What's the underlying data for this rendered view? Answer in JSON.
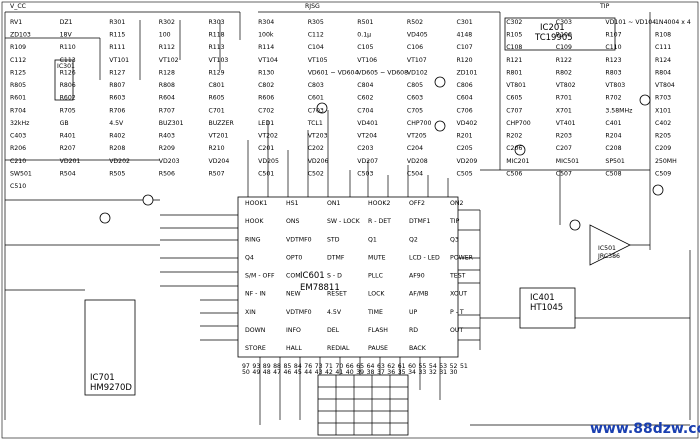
{
  "schematic": {
    "ic_labels": [
      "IC601",
      "EM78811",
      "IC701",
      "HM9270D",
      "IC201",
      "TC19905",
      "IC501",
      "JRC386",
      "IC401",
      "HT1045",
      "IC301"
    ],
    "component_labels": [
      "RV1",
      "DZ1",
      "R301",
      "R302",
      "R303",
      "R304",
      "R305",
      "R501",
      "R502",
      "C301",
      "C302",
      "C303",
      "VD101 ~ VD104",
      "1N4004 x 4",
      "ZD103",
      "18V",
      "R115",
      "100",
      "R118",
      "100k",
      "C112",
      "0.1μ",
      "VD405",
      "4148",
      "R105",
      "R106",
      "R107",
      "R108",
      "R109",
      "R110",
      "R111",
      "R112",
      "R113",
      "R114",
      "C104",
      "C105",
      "C106",
      "C107",
      "C108",
      "C109",
      "C110",
      "C111",
      "C112",
      "C113",
      "VT101",
      "VT102",
      "VT103",
      "VT104",
      "VT105",
      "VT106",
      "VT107",
      "R120",
      "R121",
      "R122",
      "R123",
      "R124",
      "R125",
      "R126",
      "R127",
      "R128",
      "R129",
      "R130",
      "VD601 ~ VD604",
      "VD605 ~ VD608",
      "VD102",
      "ZD101",
      "R801",
      "R802",
      "R803",
      "R804",
      "R805",
      "R806",
      "R807",
      "R808",
      "C801",
      "C802",
      "C803",
      "C804",
      "C805",
      "C806",
      "VT801",
      "VT802",
      "VT803",
      "VT804",
      "R601",
      "R602",
      "R603",
      "R604",
      "R605",
      "R606",
      "C601",
      "C602",
      "C603",
      "C604",
      "C605",
      "R701",
      "R702",
      "R703",
      "R704",
      "R705",
      "R706",
      "R707",
      "C701",
      "C702",
      "C703",
      "C704",
      "C705",
      "C706",
      "C707",
      "X701",
      "3.58MHz",
      "X101",
      "32kHz",
      "GB",
      "4.5V",
      "BUZ301",
      "BUZZER",
      "LED1",
      "TCL1",
      "VD401",
      "CHP700",
      "VD402",
      "CHP700",
      "VT401",
      "C401",
      "C402",
      "C403",
      "R401",
      "R402",
      "R403",
      "VT201",
      "VT202",
      "VT203",
      "VT204",
      "VT205",
      "R201",
      "R202",
      "R203",
      "R204",
      "R205",
      "R206",
      "R207",
      "R208",
      "R209",
      "R210",
      "C201",
      "C202",
      "C203",
      "C204",
      "C205",
      "C206",
      "C207",
      "C208",
      "C209",
      "C210",
      "VD201",
      "VD202",
      "VD203",
      "VD204",
      "VD205",
      "VD206",
      "VD207",
      "VD208",
      "VD209",
      "MIC201",
      "MIC501",
      "SP501",
      "250MH",
      "SW501",
      "R504",
      "R505",
      "R506",
      "R507",
      "C501",
      "C502",
      "C503",
      "C504",
      "C505",
      "C506",
      "C507",
      "C508",
      "C509",
      "C510"
    ],
    "pin_labels": [
      "HOOK1",
      "HS1",
      "ON1",
      "HOOK2",
      "OFF2",
      "ON2",
      "HOOK",
      "ONS",
      "SW - LOCK",
      "R - DET",
      "DTMF1",
      "TIP",
      "RING",
      "VDTMF0",
      "STD",
      "Q1",
      "Q2",
      "Q3",
      "Q4",
      "OPT0",
      "DTMF",
      "MUTE",
      "LCD - LED",
      "POWER",
      "S/M - OFF",
      "COM",
      "S - D",
      "PLLC",
      "AF90",
      "TEST",
      "NF - IN",
      "NEW",
      "RESET",
      "LOCK",
      "AF/MB",
      "XOUT",
      "XIN",
      "VDTMF0",
      "4.5V",
      "TIME",
      "UP",
      "P - T",
      "DOWN",
      "INFO",
      "DEL",
      "FLASH",
      "RD",
      "OUT",
      "STORE",
      "HALL",
      "REDIAL",
      "PAUSE",
      "BACK"
    ],
    "pin_numbers": [
      "97",
      "93",
      "89",
      "88",
      "85",
      "84",
      "76",
      "73",
      "71",
      "70",
      "66",
      "65",
      "64",
      "63",
      "62",
      "61",
      "60",
      "55",
      "54",
      "53",
      "52",
      "51",
      "50",
      "49",
      "48",
      "47",
      "46",
      "45",
      "44",
      "43",
      "42",
      "41",
      "40",
      "39",
      "38",
      "37",
      "36",
      "35",
      "34",
      "33",
      "32",
      "31",
      "30"
    ],
    "rail_labels": [
      "V_CC",
      "RJSG",
      "TIP"
    ],
    "watermark": "www.88dzw.com"
  }
}
